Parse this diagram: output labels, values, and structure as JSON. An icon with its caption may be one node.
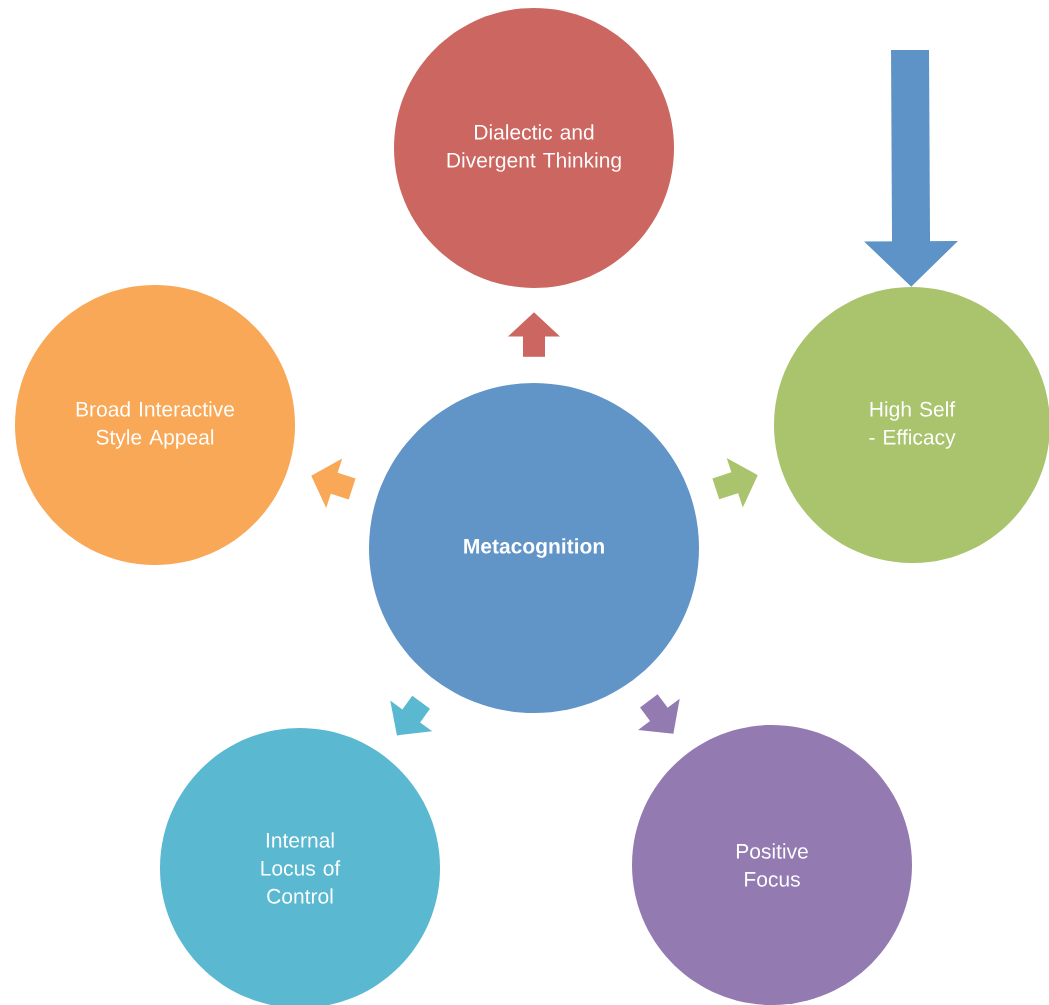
{
  "diagram": {
    "nodes": [
      {
        "text": [
          "Metacognition"
        ]
      },
      {
        "text": [
          "Dialectic and Divergent Thinking"
        ]
      },
      {
        "text": [
          "High Self - Efficacy"
        ]
      },
      {
        "text": [
          "Positive Focus"
        ]
      },
      {
        "text": [
          "Internal Locus of Control"
        ]
      },
      {
        "text": [
          "Broad Interactive Style Appeal"
        ]
      }
    ],
    "edges": [
      {
        "from": 0,
        "to": 1,
        "arrow": "to",
        "color": "#cc6660"
      },
      {
        "from": 0,
        "to": 2,
        "arrow": "to",
        "color": "#a9c46c"
      },
      {
        "from": 0,
        "to": 3,
        "arrow": "to",
        "color": "#937bb2"
      },
      {
        "from": 0,
        "to": 4,
        "arrow": "to",
        "color": "#5ab8d1"
      },
      {
        "from": 0,
        "to": 5,
        "arrow": "to",
        "color": "#f8a856"
      },
      {
        "from": null,
        "to": 2,
        "arrow": "to",
        "color": "#5e93c7"
      }
    ]
  }
}
